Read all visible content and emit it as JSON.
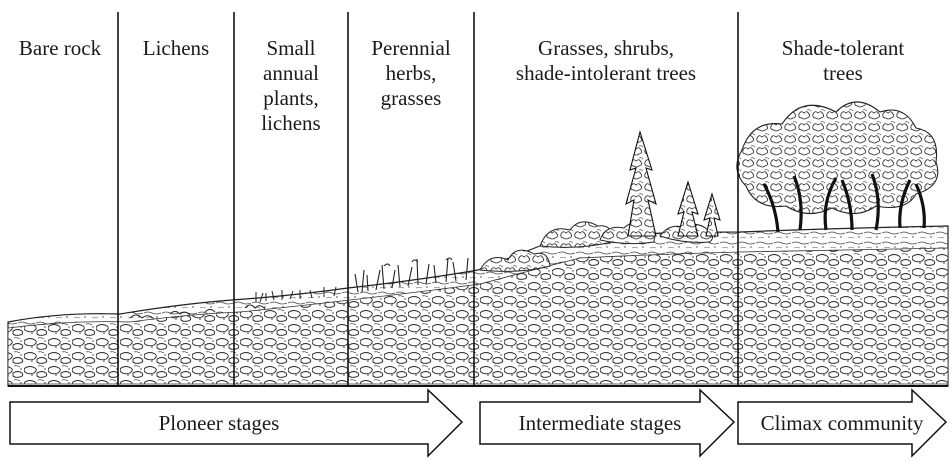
{
  "stages": [
    {
      "label": "Bare rock"
    },
    {
      "label": "Lichens"
    },
    {
      "label": "Small\nannual\nplants,\nlichens"
    },
    {
      "label": "Perennial\nherbs,\ngrasses"
    },
    {
      "label": "Grasses, shrubs,\nshade-intolerant trees"
    },
    {
      "label": "Shade-tolerant\ntrees"
    }
  ],
  "phases": [
    {
      "label": "Ploneer stages"
    },
    {
      "label": "Intermediate stages"
    },
    {
      "label": "Climax community"
    }
  ]
}
